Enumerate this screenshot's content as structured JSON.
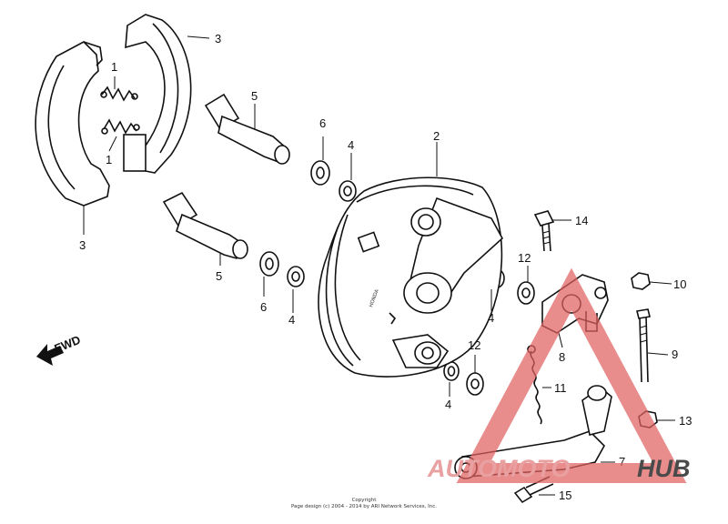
{
  "callouts": {
    "c1a": "1",
    "c1b": "1",
    "c2": "2",
    "c3a": "3",
    "c3b": "3",
    "c4a": "4",
    "c4b": "4",
    "c4c": "4",
    "c4d": "4",
    "c5a": "5",
    "c5b": "5",
    "c6a": "6",
    "c6b": "6",
    "c7": "7",
    "c8": "8",
    "c9": "9",
    "c10": "10",
    "c11": "11",
    "c12a": "12",
    "c12b": "12",
    "c13": "13",
    "c14": "14",
    "c15": "15"
  },
  "direction_label": "FWD",
  "stamp_text": "HONDA",
  "footer": {
    "line1": "Copyright",
    "line2": "Page design (c) 2004 - 2014 by ARI Network Services, Inc."
  },
  "watermark": {
    "part1": "AUTOMOTO",
    "part2": "HUB",
    "color1": "#e8a0a0",
    "color2": "#4a4a4a",
    "triangle_color": "#e06060"
  }
}
